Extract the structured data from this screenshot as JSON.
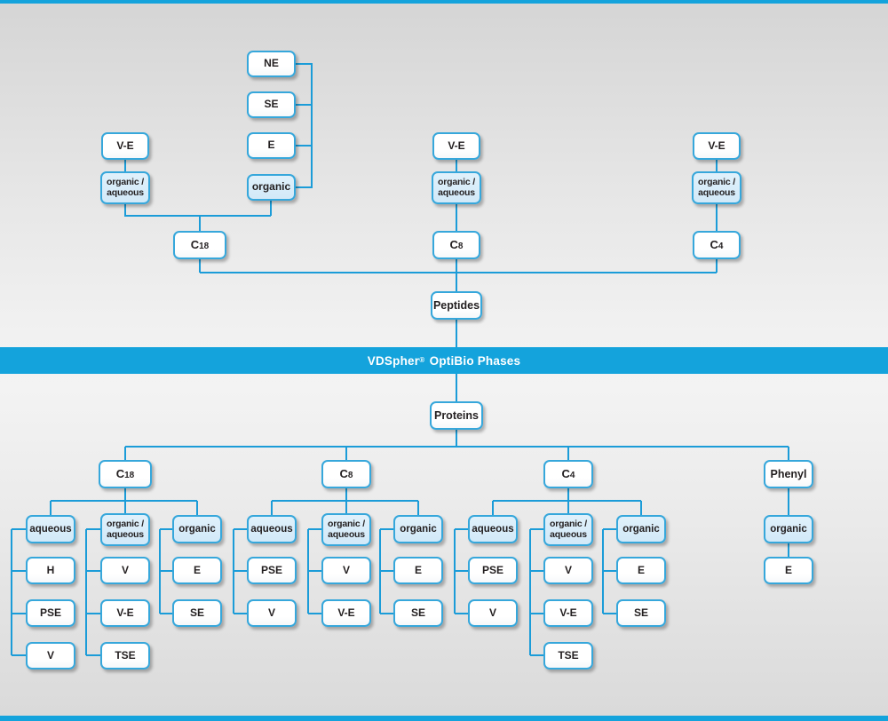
{
  "banner": {
    "brand": "VDSpher",
    "reg": "®",
    "rest": "OptiBio Phases"
  },
  "top": {
    "root": "Peptides",
    "c18": {
      "main": "C",
      "sub": "18",
      "groups": [
        {
          "mode": "organic /\naqueous",
          "items": [
            "V-E"
          ]
        },
        {
          "mode": "organic",
          "items": [
            "NE",
            "SE",
            "E"
          ]
        }
      ]
    },
    "c8": {
      "main": "C",
      "sub": "8",
      "groups": [
        {
          "mode": "organic /\naqueous",
          "items": [
            "V-E"
          ]
        }
      ]
    },
    "c4": {
      "main": "C",
      "sub": "4",
      "groups": [
        {
          "mode": "organic /\naqueous",
          "items": [
            "V-E"
          ]
        }
      ]
    }
  },
  "bottom": {
    "root": "Proteins",
    "c18": {
      "main": "C",
      "sub": "18",
      "groups": [
        {
          "mode": "aqueous",
          "items": [
            "H",
            "PSE",
            "V"
          ]
        },
        {
          "mode": "organic /\naqueous",
          "items": [
            "V",
            "V-E",
            "TSE"
          ]
        },
        {
          "mode": "organic",
          "items": [
            "E",
            "SE"
          ]
        }
      ]
    },
    "c8": {
      "main": "C",
      "sub": "8",
      "groups": [
        {
          "mode": "aqueous",
          "items": [
            "PSE",
            "V"
          ]
        },
        {
          "mode": "organic /\naqueous",
          "items": [
            "V",
            "V-E"
          ]
        },
        {
          "mode": "organic",
          "items": [
            "E",
            "SE"
          ]
        }
      ]
    },
    "c4": {
      "main": "C",
      "sub": "4",
      "groups": [
        {
          "mode": "aqueous",
          "items": [
            "PSE",
            "V"
          ]
        },
        {
          "mode": "organic /\naqueous",
          "items": [
            "V",
            "V-E",
            "TSE"
          ]
        },
        {
          "mode": "organic",
          "items": [
            "E",
            "SE"
          ]
        }
      ]
    },
    "phenyl": {
      "label": "Phenyl",
      "groups": [
        {
          "mode": "organic",
          "items": [
            "E"
          ]
        }
      ]
    }
  },
  "colors": {
    "accent_blue": "#14a3dc",
    "line_blue": "#1b9cd8",
    "highlight_fill": "#d5eaf8"
  }
}
